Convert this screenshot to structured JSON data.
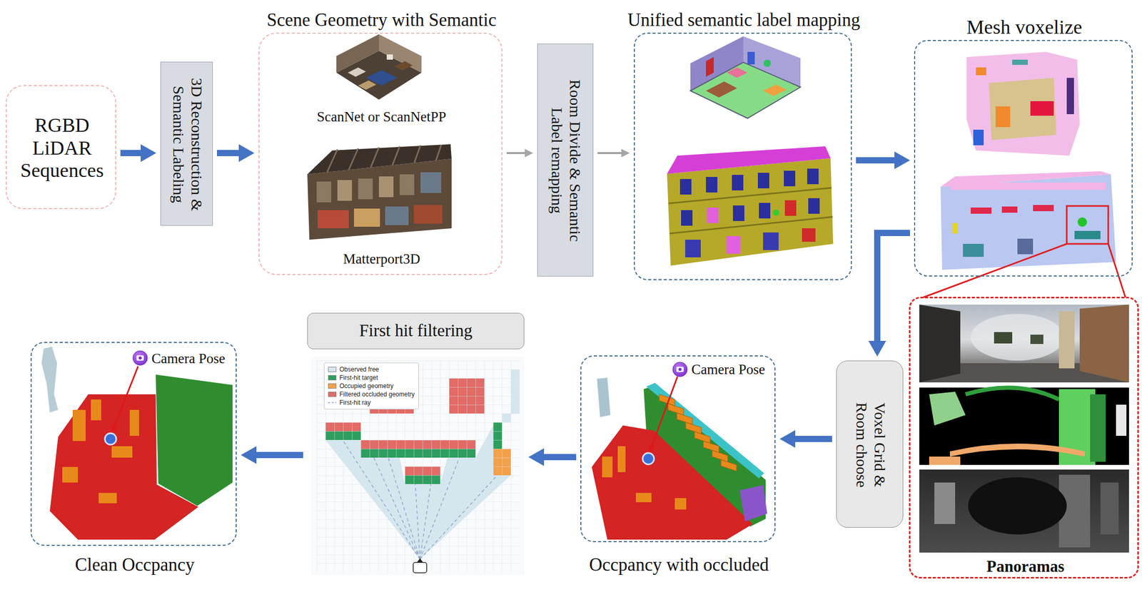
{
  "diagram": {
    "nodes": [
      {
        "text": [
          "RGBD LiDAR Sequences"
        ]
      },
      {
        "text": [
          "3D Reconstruction & Semantic Labeling"
        ]
      },
      {
        "text": [
          "Scene Geometry with Semantic",
          "ScanNet or ScanNetPP",
          "Matterport3D"
        ]
      },
      {
        "text": [
          "Room Divide & Semantic Label remapping"
        ]
      },
      {
        "text": [
          "Unified semantic label mapping"
        ]
      },
      {
        "text": [
          "Mesh voxelize"
        ]
      },
      {
        "text": [
          "Panoramas"
        ]
      },
      {
        "text": [
          "Voxel Grid & Room choose"
        ]
      },
      {
        "text": [
          "Occpancy with occluded",
          "Camera Pose"
        ]
      },
      {
        "text": [
          "First hit filtering"
        ]
      },
      {
        "text": [
          "Clean Occpancy",
          "Camera Pose"
        ]
      }
    ],
    "edges": [
      {
        "from": 0,
        "to": 1,
        "arrow": "to"
      },
      {
        "from": 1,
        "to": 2,
        "arrow": "to"
      },
      {
        "from": 2,
        "to": 3,
        "arrow": "to"
      },
      {
        "from": 3,
        "to": 4,
        "arrow": "to"
      },
      {
        "from": 4,
        "to": 5,
        "arrow": "to"
      },
      {
        "from": 5,
        "to": 7,
        "arrow": "to"
      },
      {
        "from": 7,
        "to": 8,
        "arrow": "to"
      },
      {
        "from": 8,
        "to": 9,
        "arrow": "to"
      },
      {
        "from": 9,
        "to": 10,
        "arrow": "to"
      }
    ],
    "legend": [
      {
        "text": "Observed free",
        "color": "#d4e6ee"
      },
      {
        "text": "First-hit target",
        "color": "#2e9e5e"
      },
      {
        "text": "Occupied geometry",
        "color": "#f2a14a"
      },
      {
        "text": "Filtered occluded geometry",
        "color": "#e26b66"
      },
      {
        "text": "First-hit ray"
      }
    ]
  }
}
